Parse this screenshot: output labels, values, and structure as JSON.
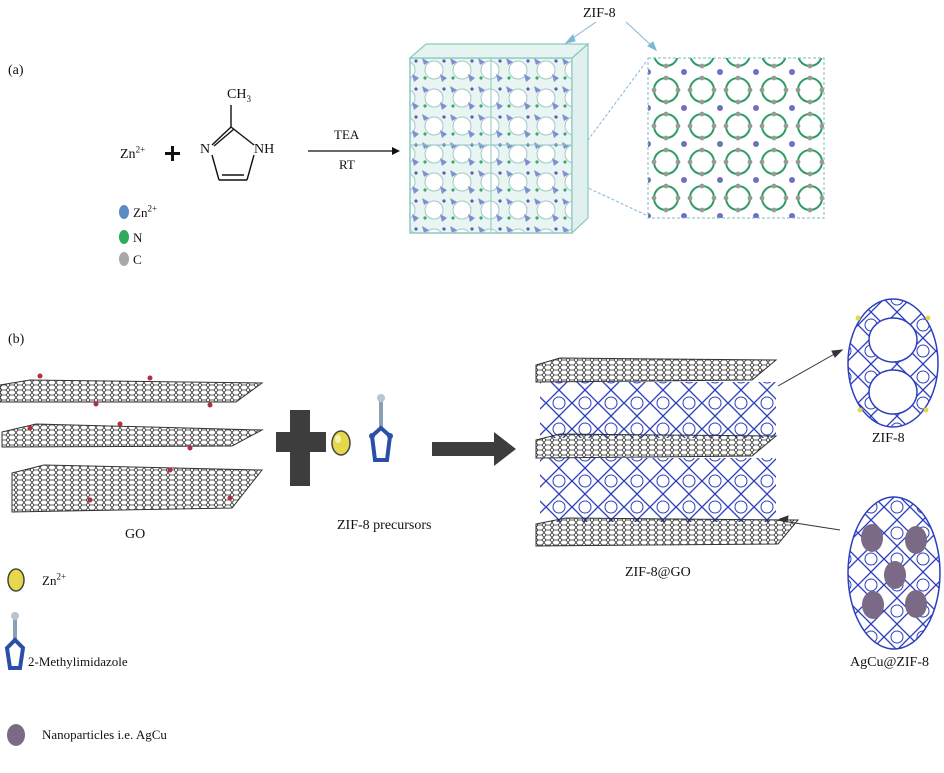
{
  "panel_a": {
    "label": "(a)",
    "top_label": "ZIF-8",
    "reactant_zn": "Zn",
    "zn_charge": "2+",
    "plus": "+",
    "ch3": "CH",
    "ch3_sub": "3",
    "ring_n": "N",
    "ring_nh": "NH",
    "arrow_top": "TEA",
    "arrow_bottom": "RT",
    "legend": [
      {
        "label": "Zn",
        "sup": "2+",
        "color": "#5b8cc4"
      },
      {
        "label": "N",
        "sup": "",
        "color": "#2eaa5a"
      },
      {
        "label": "C",
        "sup": "",
        "color": "#a8a8a8"
      }
    ]
  },
  "panel_b": {
    "label": "(b)",
    "go_label": "GO",
    "precursors_label": "ZIF-8 precursors",
    "product_label": "ZIF-8@GO",
    "zif8_label": "ZIF-8",
    "agcu_label": "AgCu@ZIF-8",
    "legend": [
      {
        "label": "Zn",
        "sup": "2+"
      },
      {
        "label": "2-Methylimidazole",
        "sup": ""
      },
      {
        "label": "Nanoparticles i.e. AgCu",
        "sup": ""
      }
    ]
  },
  "colors": {
    "zn": "#e6d84a",
    "n": "#2a4fa8",
    "c": "#b8c4d0",
    "frame": "#2b3ec0",
    "graphene": "#333333",
    "np": "#7a6a86"
  }
}
